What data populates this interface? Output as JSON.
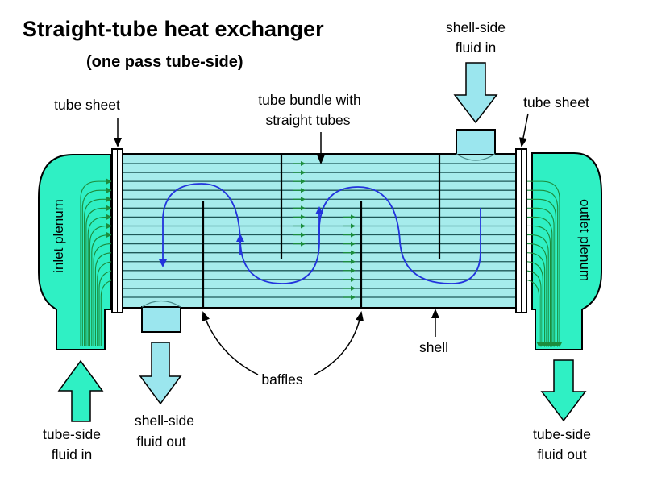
{
  "title": "Straight-tube heat exchanger",
  "subtitle": "(one pass tube-side)",
  "labels": {
    "tube_sheet_left": "tube sheet",
    "tube_sheet_right": "tube sheet",
    "tube_bundle_line1": "tube bundle with",
    "tube_bundle_line2": "straight tubes",
    "shell_side_in_line1": "shell-side",
    "shell_side_in_line2": "fluid in",
    "shell_side_out_line1": "shell-side",
    "shell_side_out_line2": "fluid out",
    "tube_side_in_line1": "tube-side",
    "tube_side_in_line2": "fluid in",
    "tube_side_out_line1": "tube-side",
    "tube_side_out_line2": "fluid out",
    "inlet_plenum": "inlet  plenum",
    "outlet_plenum": "outlet  plenum",
    "shell": "shell",
    "baffles": "baffles"
  },
  "colors": {
    "plenum_fill": "#2ff0c4",
    "shell_fill": "#a6ecec",
    "nozzle_fill": "#9be6ee",
    "tube_line": "#1e5858",
    "tube_flow_arrow": "#1c8c3c",
    "shell_flow": "#2233dd",
    "outline": "#000000"
  }
}
